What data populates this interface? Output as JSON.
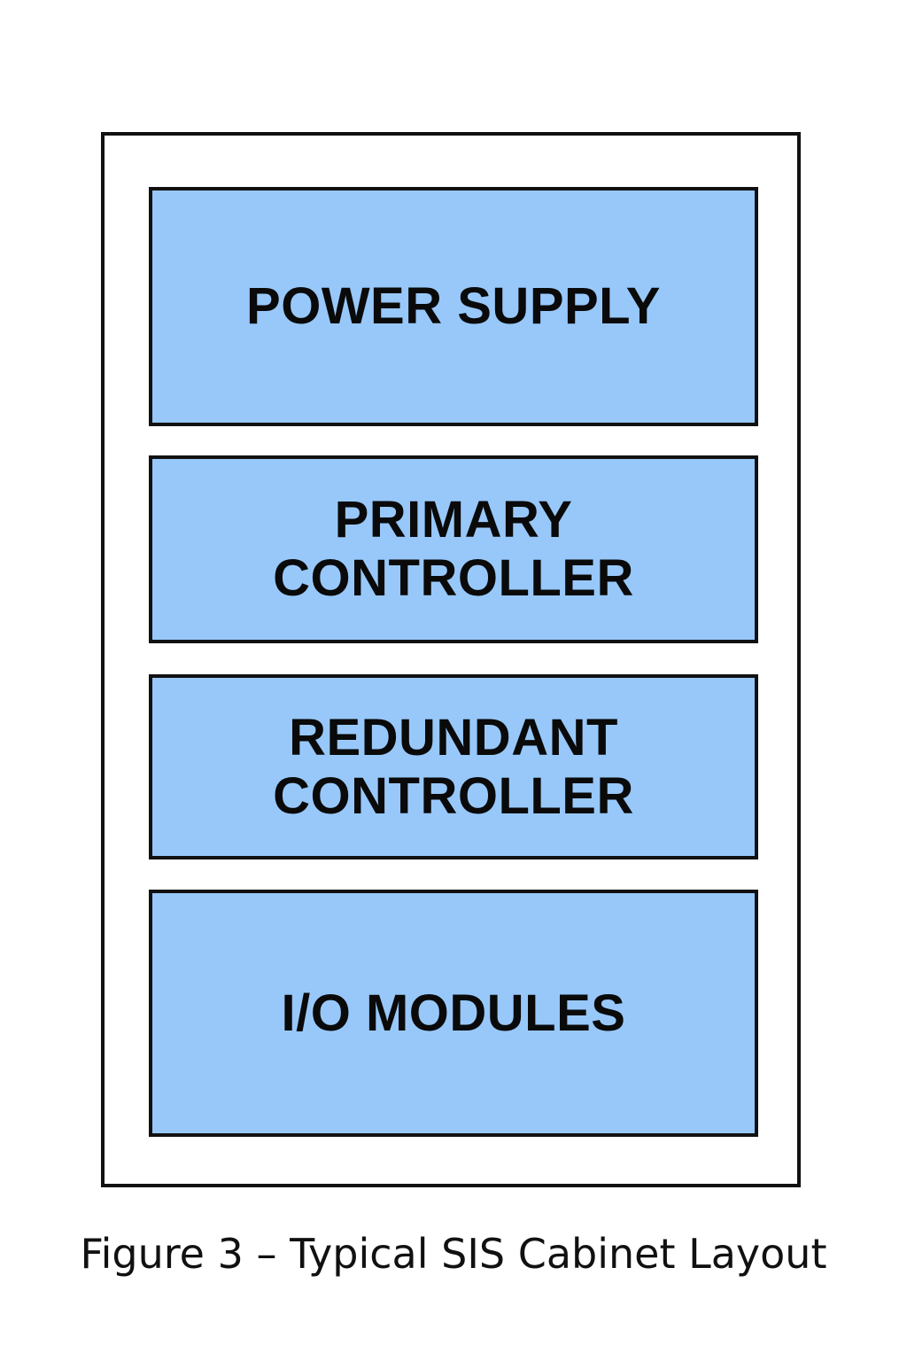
{
  "colors": {
    "module_fill": "#98c8fa",
    "border": "#111111",
    "background": "#ffffff",
    "text": "#0a0a0a"
  },
  "cabinet": {
    "modules": [
      {
        "lines": [
          "POWER SUPPLY"
        ]
      },
      {
        "lines": [
          "PRIMARY",
          "CONTROLLER"
        ]
      },
      {
        "lines": [
          "REDUNDANT",
          "CONTROLLER"
        ]
      },
      {
        "lines": [
          "I/O MODULES"
        ]
      }
    ]
  },
  "caption": "Figure 3 – Typical SIS Cabinet Layout"
}
